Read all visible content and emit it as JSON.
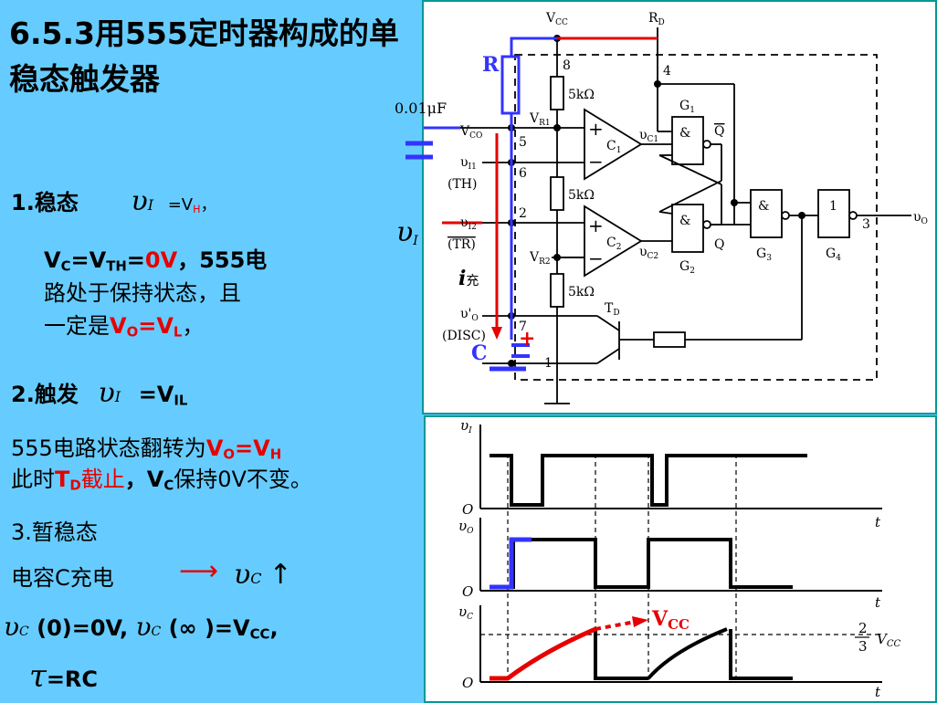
{
  "title": "6.5.3用555定时器构成的单稳态触发器",
  "s1": {
    "head": "1.稳态",
    "vi_sym": "υ",
    "vi_sub": "I",
    "vi_rel": "=V",
    "vi_rel_sub": "H",
    "vi_tail": "，",
    "l1_a": "V",
    "l1_a_sub": "C",
    "l1_b": "=V",
    "l1_b_sub": "TH",
    "l1_c": "=",
    "l1_d": "0V",
    "l1_e": "，555电",
    "l2": "路处于保持状态，且",
    "l3_a": "一定是",
    "l3_b": "V",
    "l3_b_sub": "O",
    "l3_c": "=V",
    "l3_c_sub": "L",
    "l3_d": "，"
  },
  "s2": {
    "head": "2.触发",
    "vi_sym": "υ",
    "vi_sub": "I",
    "rel": "=V",
    "rel_sub": "IL",
    "l1_a": "555电路状态翻转为",
    "l1_b": "V",
    "l1_b_sub": "O",
    "l1_c": "=V",
    "l1_c_sub": "H",
    "l2_a": "此时",
    "l2_b": "T",
    "l2_b_sub": "D",
    "l2_c": "截止",
    "l2_d": "，V",
    "l2_d_sub": "C",
    "l2_e": "保持0V不变。"
  },
  "s3": {
    "head": "3.暂稳态",
    "charge": "电容C充电",
    "arrow": "⟶",
    "vc_sym": "υ",
    "vc_sub": "C",
    "up": "↑",
    "eq_a": "(0)=0V,",
    "eq_b": "(∞ )=V",
    "eq_b_sub": "CC",
    "eq_b_tail": ",",
    "tau": "τ",
    "tau_eq": "=RC"
  },
  "circuit": {
    "vcc": "V",
    "vcc_sub": "CC",
    "rd": "R",
    "rd_sub": "D",
    "R_label": "R",
    "C_label": "C",
    "plus": "+",
    "cap": "0.01μF",
    "vco": "V",
    "vco_sub": "CO",
    "vi1": "υ",
    "vi1_sub": "I1",
    "th": "(TH)",
    "vi2": "υ",
    "vi2_sub": "I2",
    "tr": "(TR)",
    "vi_sym": "υ",
    "vi_sub": "I",
    "ichong": "i",
    "ichong_tail": "充",
    "vo_prime": "υ'",
    "vo_prime_sub": "O",
    "disc": "(DISC)",
    "r5k": "5kΩ",
    "vr1": "V",
    "vr1_sub": "R1",
    "vr2": "V",
    "vr2_sub": "R2",
    "c1": "C",
    "c1_sub": "1",
    "c2": "C",
    "c2_sub": "2",
    "vc1": "υ",
    "vc1_sub": "C1",
    "vc2": "υ",
    "vc2_sub": "C2",
    "g1": "G",
    "g1_sub": "1",
    "g2": "G",
    "g2_sub": "2",
    "g3": "G",
    "g3_sub": "3",
    "g4": "G",
    "g4_sub": "4",
    "amp": "&",
    "one": "1",
    "qbar": "Q",
    "q": "Q",
    "td": "T",
    "td_sub": "D",
    "vo": "υ",
    "vo_sub": "O",
    "pins": [
      "8",
      "4",
      "5",
      "6",
      "2",
      "7",
      "1",
      "3"
    ],
    "plus_sym": "+",
    "minus_sym": "−"
  },
  "waves": {
    "vi": "υ",
    "vi_sub": "I",
    "vo": "υ",
    "vo_sub": "O",
    "vc": "υ",
    "vc_sub": "C",
    "O": "O",
    "t": "t",
    "frac_n": "2",
    "frac_d": "3",
    "vcc_a": "V",
    "vcc_a_sub": "CC",
    "vcc_red": "V",
    "vcc_red_sub": "CC"
  },
  "colors": {
    "background": "#66CCFF",
    "red": "#E60000",
    "blue": "#3333FF",
    "panel_border": "#009999"
  }
}
